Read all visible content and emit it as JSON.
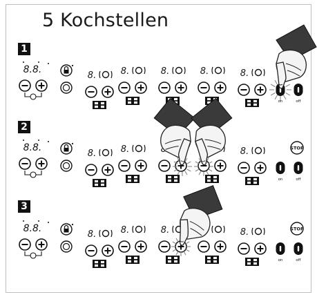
{
  "title": "5 Kochstellen",
  "steps": [
    {
      "number": "1"
    },
    {
      "number": "2"
    },
    {
      "number": "3"
    }
  ],
  "panel": {
    "display_left": "8.8.",
    "zone_digit": "8.",
    "minus": "−",
    "plus": "+",
    "stop_label": "STOP",
    "on_label": "on",
    "off_label": "off"
  }
}
